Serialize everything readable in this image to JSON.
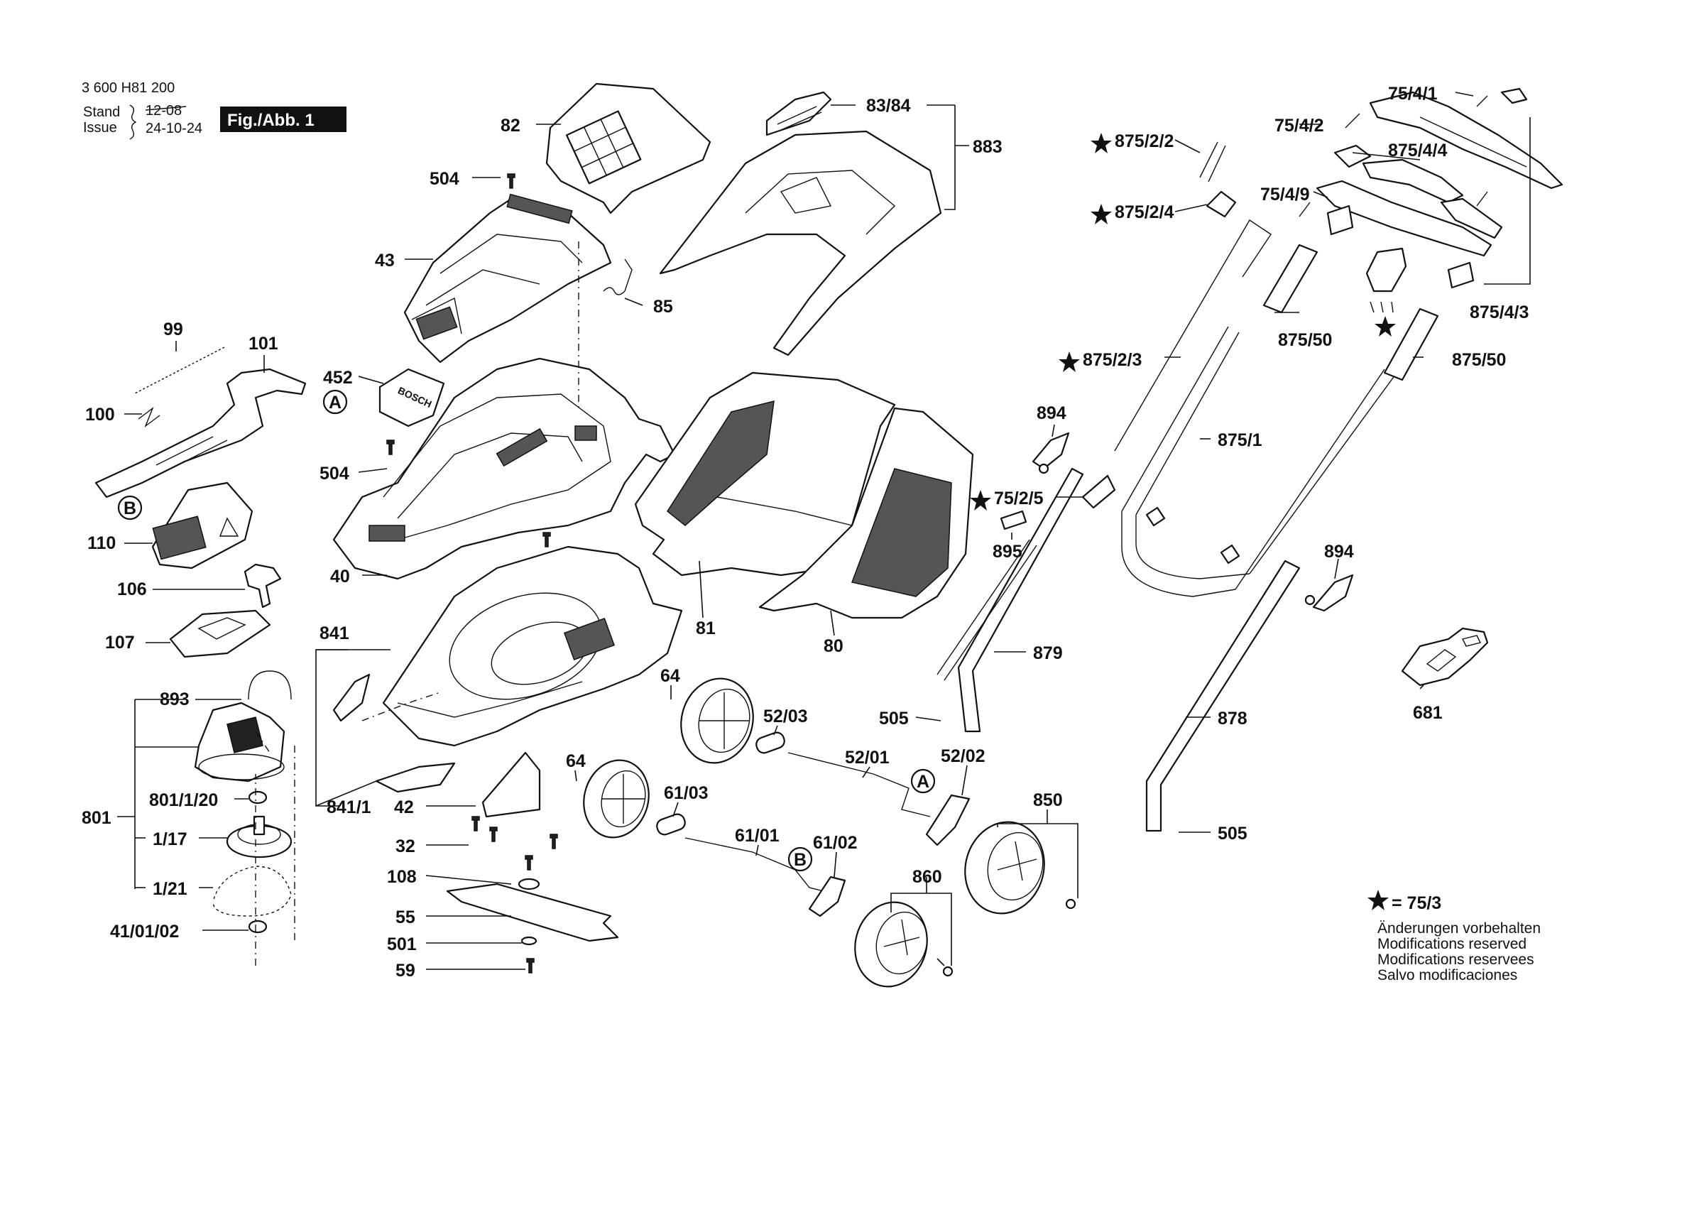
{
  "header": {
    "doc_number": "3 600 H81 200",
    "stand_label": "Stand",
    "issue_label": "Issue",
    "old_date": "12-08",
    "new_date": "24-10-24",
    "figure_tag": "Fig./Abb. 1"
  },
  "labels": {
    "l82": "82",
    "l8384": "83/84",
    "l883": "883",
    "l504a": "504",
    "l43": "43",
    "l85": "85",
    "l99": "99",
    "l101": "101",
    "l100": "100",
    "l452": "452",
    "l504b": "504",
    "l110": "110",
    "l106": "106",
    "l107": "107",
    "l40": "40",
    "l81": "81",
    "l80": "80",
    "l841": "841",
    "l893": "893",
    "l801": "801",
    "l801120": "801/1/20",
    "l117": "1/17",
    "l121": "1/21",
    "l410102": "41/01/02",
    "l8411": "841/1",
    "l42": "42",
    "l32": "32",
    "l108": "108",
    "l55": "55",
    "l501": "501",
    "l59": "59",
    "l64a": "64",
    "l64b": "64",
    "l5203": "52/03",
    "l5201": "52/01",
    "l5202": "52/02",
    "l6103": "61/03",
    "l6101": "61/01",
    "l6102": "61/02",
    "l860": "860",
    "l850": "850",
    "l505a": "505",
    "l505b": "505",
    "l879": "879",
    "l878": "878",
    "l895": "895",
    "l894a": "894",
    "l894b": "894",
    "l7525": "75/2/5",
    "l87522": "875/2/2",
    "l87524": "875/2/4",
    "l87523": "875/2/3",
    "l8751": "875/1",
    "l87550a": "875/50",
    "l87550b": "875/50",
    "l7541": "75/4/1",
    "l7542": "75/4/2",
    "l8754_4": "875/4/4",
    "l7549": "75/4/9",
    "l87543": "875/4/3",
    "l681": "681",
    "marker_a": "A",
    "marker_b": "B"
  },
  "icons": {
    "star": "black-star-icon",
    "marker_circle": "circle-letter-marker-icon"
  },
  "legend": {
    "star_ref": "= 75/3",
    "line1": "Änderungen vorbehalten",
    "line2": "Modifications reserved",
    "line3": "Modifications reservees",
    "line4": "Salvo modificaciones"
  }
}
